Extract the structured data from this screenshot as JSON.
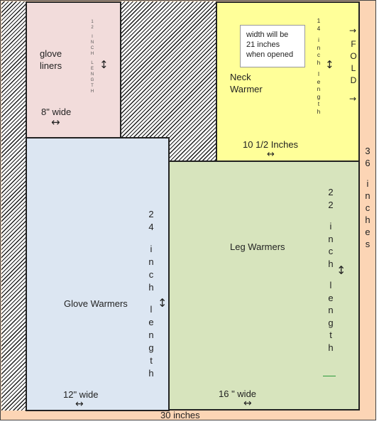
{
  "pieces": {
    "glove_liners": {
      "label_line1": "glove",
      "label_line2": "liners",
      "width_text": "8\" wide",
      "length_text": "12 INCH LENGTH",
      "color": "#f2dcdb"
    },
    "neck_warmer": {
      "label_line1": "Neck",
      "label_line2": "Warmer",
      "width_text": "10 1/2 Inches",
      "length_text": "14 inch length",
      "color": "#ffff99",
      "note_line1": "width will be",
      "note_line2": "21 inches",
      "note_line3": "when opened",
      "fold_text": "FOLD"
    },
    "glove_warmers": {
      "label": "Glove Warmers",
      "width_text": "12\" wide",
      "length_text": "24 inch length",
      "color": "#dce6f2"
    },
    "leg_warmers": {
      "label": "Leg Warmers",
      "width_text": "16 \" wide",
      "length_text": "22 inch length",
      "color": "#d7e4bd"
    }
  },
  "fabric": {
    "width_text": "30 inches",
    "length_text": "36 inches",
    "color": "#fcd5b5"
  },
  "icons": {
    "horizontal_arrow": "↔",
    "vertical_arrow": "↕",
    "right_arrow": "→"
  }
}
